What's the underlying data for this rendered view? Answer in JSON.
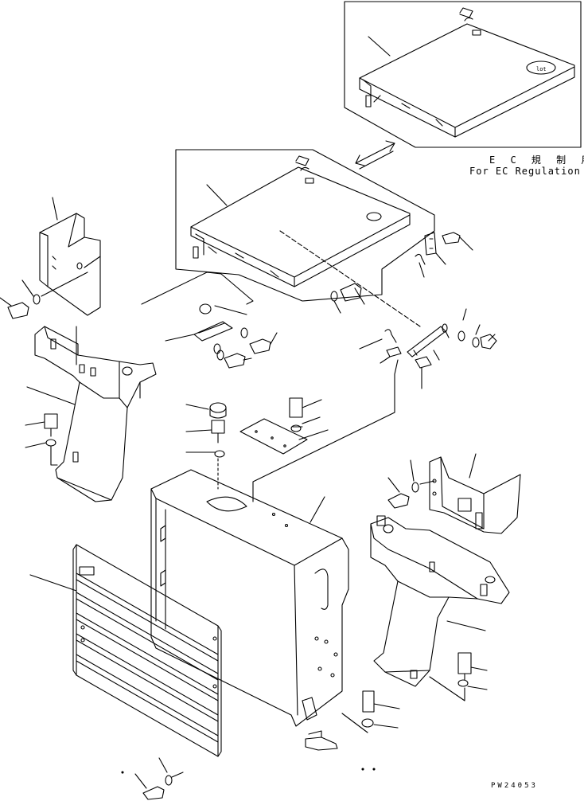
{
  "annotation": {
    "ec_regulation_japanese": "E C 規 制 用",
    "ec_regulation_english": "For EC Regulation"
  },
  "drawing_number": "PW24053",
  "colors": {
    "line": "#000000",
    "background": "#ffffff"
  }
}
